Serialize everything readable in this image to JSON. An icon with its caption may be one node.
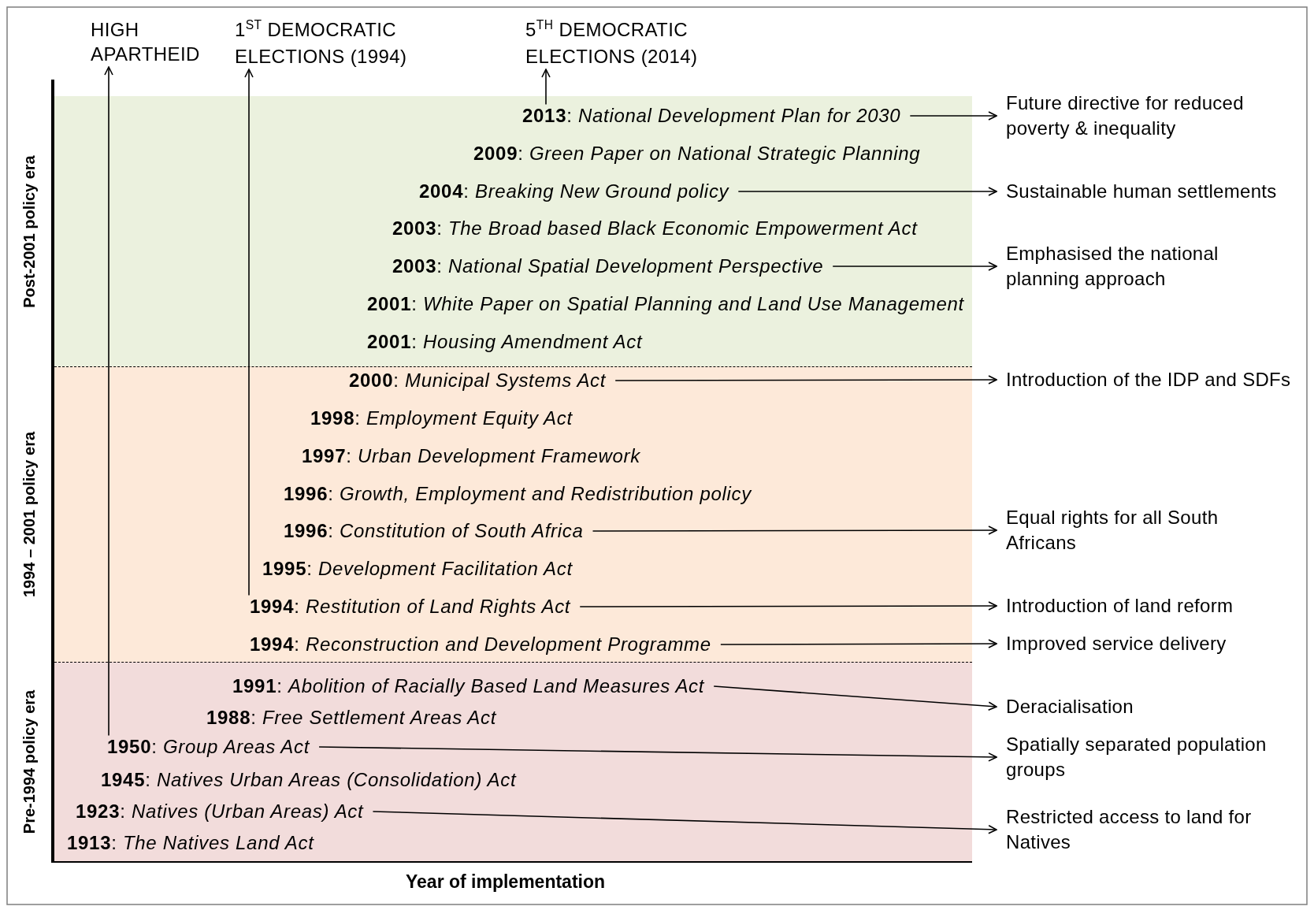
{
  "diagram": {
    "nodes": [
      {
        "text": [
          "HIGH APARTHEID"
        ]
      },
      {
        "text": [
          "1$^{ST}$ DEMOCRATIC ELECTIONS (1994)"
        ]
      },
      {
        "text": [
          "5$^{TH}$ DEMOCRATIC ELECTIONS (2014)"
        ]
      },
      {
        "text": [
          "Post-2001 policy era"
        ]
      },
      {
        "text": [
          "**2013**: *National Development Plan for 2030*"
        ],
        "in": 3
      },
      {
        "text": [
          "**2009**: *Green Paper on National Strategic Planning*"
        ],
        "in": 3
      },
      {
        "text": [
          "**2004**: *Breaking New Ground policy*"
        ],
        "in": 3
      },
      {
        "text": [
          "**2003**: *The Broad based Black Economic Empowerment Act*"
        ],
        "in": 3
      },
      {
        "text": [
          "**2003**: *National Spatial Development Perspective*"
        ],
        "in": 3
      },
      {
        "text": [
          "**2001**: *White Paper on Spatial Planning and Land Use Management*"
        ],
        "in": 3
      },
      {
        "text": [
          "**2001**: *Housing Amendment Act*"
        ],
        "in": 3
      },
      {
        "text": [
          "1994 – 2001 policy era"
        ]
      },
      {
        "text": [
          "**2000**: *Municipal Systems Act*"
        ],
        "in": 11
      },
      {
        "text": [
          "**1998**: *Employment Equity Act*"
        ],
        "in": 11
      },
      {
        "text": [
          "**1997**: *Urban Development Framework*"
        ],
        "in": 11
      },
      {
        "text": [
          "**1996**: *Growth, Employment and Redistribution policy*"
        ],
        "in": 11
      },
      {
        "text": [
          "**1996**: *Constitution of South Africa*"
        ],
        "in": 11
      },
      {
        "text": [
          "**1995**: *Development Facilitation Act*"
        ],
        "in": 11
      },
      {
        "text": [
          "**1994**: *Restitution of Land Rights Act*"
        ],
        "in": 11
      },
      {
        "text": [
          "**1994**: *Reconstruction and Development Programme*"
        ],
        "in": 11
      },
      {
        "text": [
          "Pre-1994 policy era"
        ]
      },
      {
        "text": [
          "**1991**: *Abolition of Racially Based Land Measures Act*"
        ],
        "in": 20
      },
      {
        "text": [
          "**1988**: *Free Settlement Areas Act*"
        ],
        "in": 20
      },
      {
        "text": [
          "**1950**: *Group Areas Act*"
        ],
        "in": 20
      },
      {
        "text": [
          "**1945**: *Natives Urban Areas (Consolidation) Act*"
        ],
        "in": 20
      },
      {
        "text": [
          "**1923**: *Natives (Urban Areas) Act*"
        ],
        "in": 20
      },
      {
        "text": [
          "**1913**: *The Natives Land Act*"
        ],
        "in": 20
      },
      {
        "text": [
          "Future directive for reduced poverty & inequality"
        ]
      },
      {
        "text": [
          "Sustainable human settlements"
        ]
      },
      {
        "text": [
          "Emphasised the national planning approach"
        ]
      },
      {
        "text": [
          "Introduction of the IDP and SDFs"
        ]
      },
      {
        "text": [
          "Equal rights for all South Africans"
        ]
      },
      {
        "text": [
          "Introduction of land reform"
        ]
      },
      {
        "text": [
          "Improved service delivery"
        ]
      },
      {
        "text": [
          "Deracialisation"
        ]
      },
      {
        "text": [
          "Spatially separated population groups"
        ]
      },
      {
        "text": [
          "Restricted access to land for Natives"
        ]
      }
    ],
    "edges": [
      {
        "from": 23,
        "to": 0,
        "arrow": "to"
      },
      {
        "from": 18,
        "to": 1,
        "arrow": "to"
      },
      {
        "from": 4,
        "to": 2,
        "arrow": "to"
      },
      {
        "from": 4,
        "to": 27,
        "arrow": "to"
      },
      {
        "from": 6,
        "to": 28,
        "arrow": "to"
      },
      {
        "from": 8,
        "to": 29,
        "arrow": "to"
      },
      {
        "from": 12,
        "to": 30,
        "arrow": "to"
      },
      {
        "from": 16,
        "to": 31,
        "arrow": "to"
      },
      {
        "from": 18,
        "to": 32,
        "arrow": "to"
      },
      {
        "from": 19,
        "to": 33,
        "arrow": "to"
      },
      {
        "from": 21,
        "to": 34,
        "arrow": "to"
      },
      {
        "from": 23,
        "to": 35,
        "arrow": "to"
      },
      {
        "from": 25,
        "to": 36,
        "arrow": "to"
      }
    ],
    "labels": [
      "Year of implementation"
    ]
  }
}
